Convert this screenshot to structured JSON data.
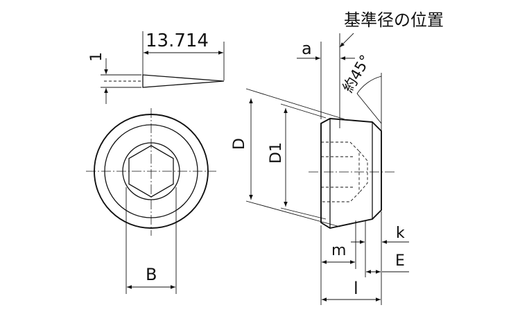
{
  "diagram": {
    "taper_ratio": {
      "length": "13.714",
      "rise": "1"
    },
    "front_view": {
      "width_label": "B"
    },
    "side_view": {
      "reference_label": "基準径の位置",
      "a_label": "a",
      "angle_label": "約45°",
      "d_label": "D",
      "d1_label": "D1",
      "k_label": "k",
      "m_label": "m",
      "e_label": "E",
      "l_label": "l"
    }
  }
}
